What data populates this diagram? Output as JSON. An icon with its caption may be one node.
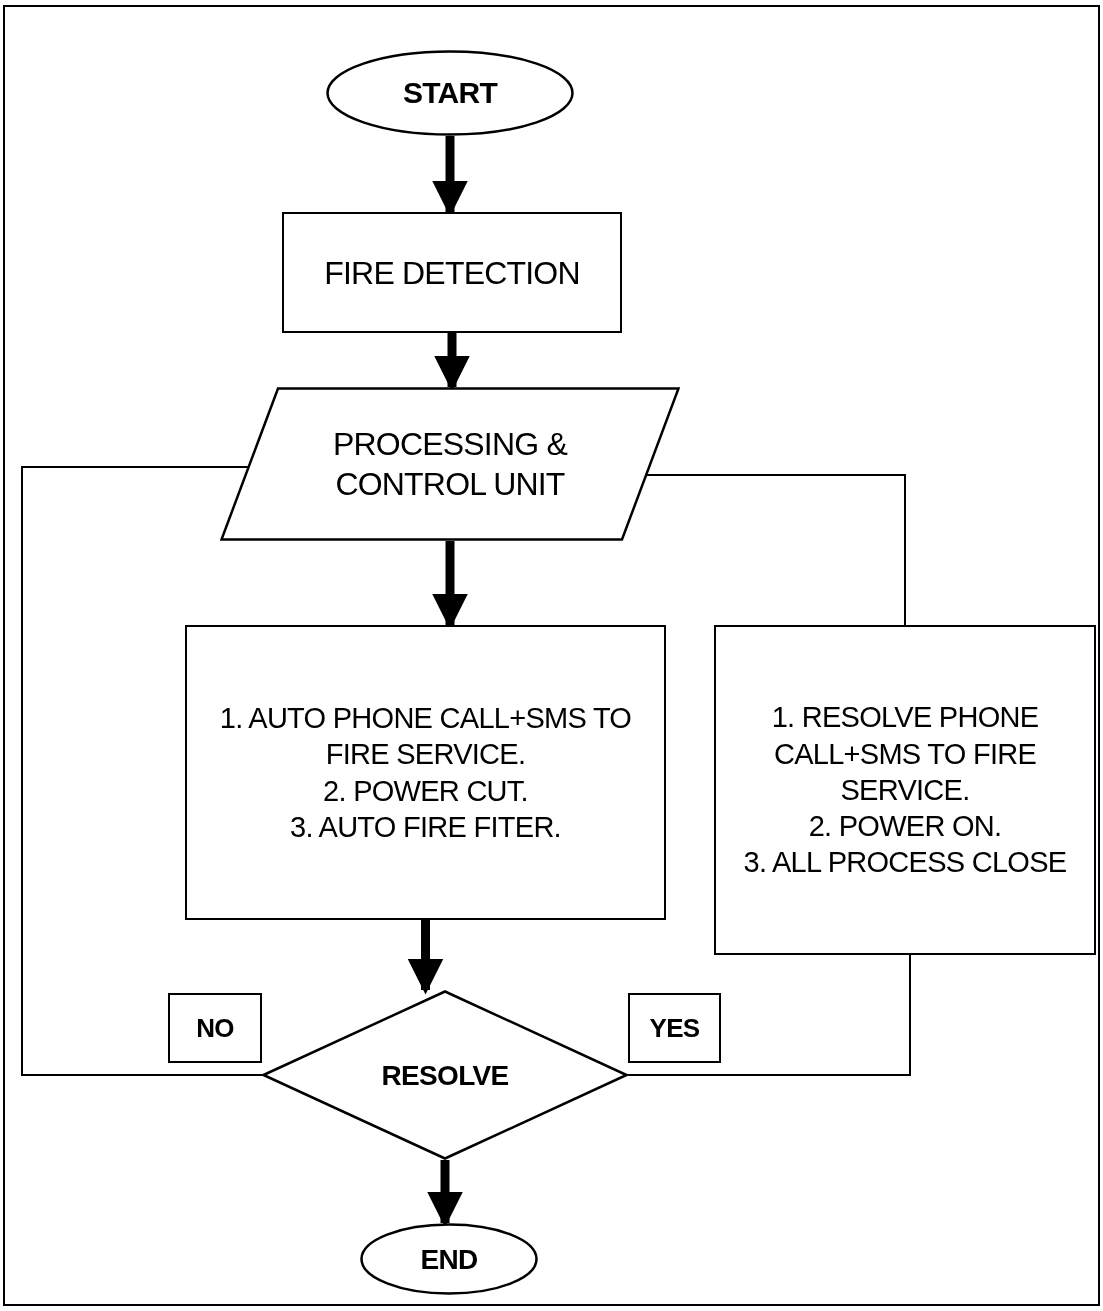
{
  "diagram": {
    "nodes": [
      {
        "text": [
          "START"
        ]
      },
      {
        "text": [
          "FIRE DETECTION"
        ]
      },
      {
        "text": [
          "PROCESSING & CONTROL UNIT"
        ]
      },
      {
        "text": [
          "1. AUTO PHONE CALL+SMS TO FIRE SERVICE.",
          "2. POWER CUT.",
          "3. AUTO FIRE FITER."
        ]
      },
      {
        "text": [
          "1. RESOLVE PHONE CALL+SMS TO FIRE SERVICE.",
          "2. POWER ON.",
          "3. ALL PROCESS CLOSE"
        ]
      },
      {
        "text": [
          "NO"
        ]
      },
      {
        "text": [
          "YES"
        ]
      },
      {
        "text": [
          "RESOLVE"
        ]
      },
      {
        "text": [
          "END"
        ]
      }
    ],
    "edges": [
      {
        "from": 0,
        "to": 1,
        "arrow": "to"
      },
      {
        "from": 1,
        "to": 2,
        "arrow": "to"
      },
      {
        "from": 2,
        "to": 3,
        "arrow": "to"
      },
      {
        "from": 3,
        "to": 7,
        "arrow": "to"
      },
      {
        "from": 7,
        "to": 8,
        "arrow": "to"
      },
      {
        "from": 7,
        "to": 2,
        "arrow": "none"
      },
      {
        "from": 7,
        "to": 4,
        "arrow": "none"
      },
      {
        "from": 4,
        "to": 2,
        "arrow": "none"
      }
    ]
  }
}
